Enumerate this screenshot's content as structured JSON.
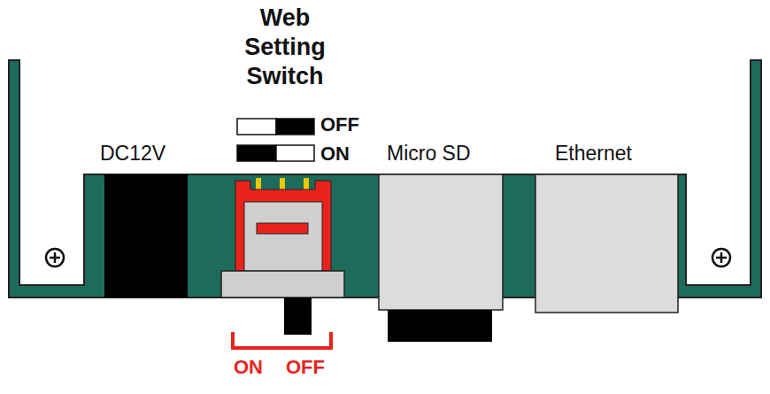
{
  "diagram": {
    "labels": [
      "Web Setting Switch",
      "OFF",
      "ON",
      "DC12V",
      "Micro SD",
      "Ethernet",
      "ON",
      "OFF"
    ]
  }
}
